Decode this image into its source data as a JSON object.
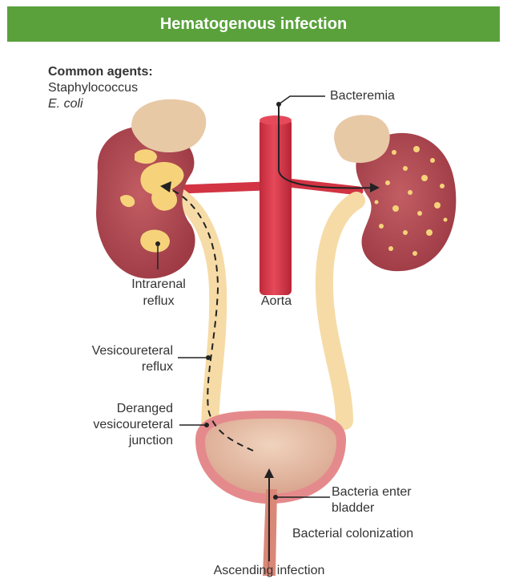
{
  "header": {
    "title": "Hematogenous infection"
  },
  "agents": {
    "heading": "Common agents:",
    "items": [
      "Staphylococcus",
      "E. coli"
    ]
  },
  "labels": {
    "bacteremia": "Bacteremia",
    "intrarenal_reflux": [
      "Intrarenal",
      "reflux"
    ],
    "aorta": "Aorta",
    "vesicoureteral_reflux": [
      "Vesicoureteral",
      "reflux"
    ],
    "deranged_junction": [
      "Deranged",
      "vesicoureteral",
      "junction"
    ],
    "bacteria_enter_bladder": [
      "Bacteria enter",
      "bladder"
    ],
    "bacterial_colonization": "Bacterial colonization",
    "ascending_infection": "Ascending infection"
  },
  "colors": {
    "banner": "#5aa13c",
    "kidney": "#b44a52",
    "adrenal": "#e8c9a6",
    "aorta": "#d8394a",
    "ureter": "#f6dba6",
    "bladder_wall": "#e58a8c",
    "bladder_inner": "#e9c0a8"
  }
}
